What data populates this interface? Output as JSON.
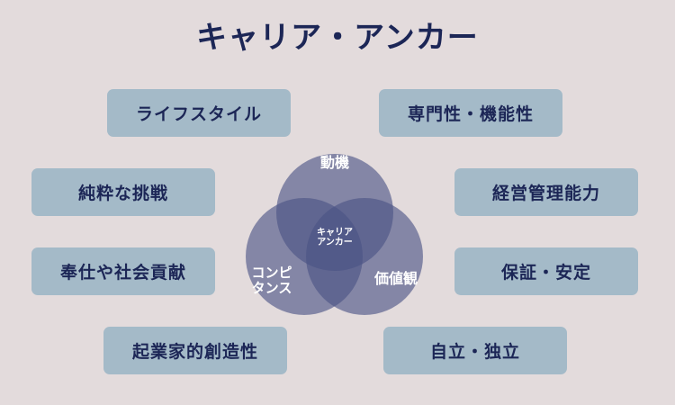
{
  "title": "キャリア・アンカー",
  "anchors": [
    "ライフスタイル",
    "専門性・機能性",
    "純粋な挑戦",
    "経営管理能力",
    "奉仕や社会貢献",
    "保証・安定",
    "起業家的創造性",
    "自立・独立"
  ],
  "venn": {
    "top": "動機",
    "left_line1": "コンピ",
    "left_line2": "タンス",
    "right": "価値観",
    "center_line1": "キャリア",
    "center_line2": "アンカー"
  },
  "colors": {
    "box": "#a4bac8",
    "text": "#1c2656",
    "circle": "#4a5385"
  }
}
